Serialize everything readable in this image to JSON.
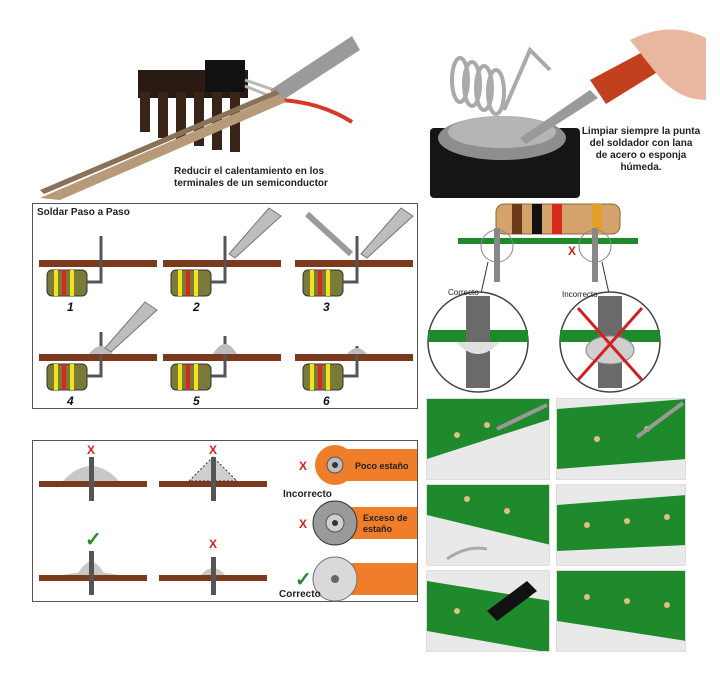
{
  "top_left": {
    "caption_line1": "Reducir el calentamiento en los",
    "caption_line2": "terminales de un semiconductor"
  },
  "top_right": {
    "caption_line1": "Limpiar siempre la punta",
    "caption_line2": "del soldador con lana",
    "caption_line3": "de acero o esponja",
    "caption_line4": "húmeda."
  },
  "steps": {
    "title": "Soldar Paso a Paso",
    "numbers": [
      "1",
      "2",
      "3",
      "4",
      "5",
      "6"
    ]
  },
  "resistor_panel": {
    "x_mark": "X",
    "correct_label": "Correcto",
    "incorrect_label": "Incorrecto"
  },
  "joints": {
    "marks": [
      "X",
      "X",
      "✓",
      "X"
    ],
    "pads": [
      {
        "mark": "X",
        "label": "Poco estaño"
      },
      {
        "mark": "X",
        "label": "Exceso de estaño"
      },
      {
        "mark": "✓",
        "label": ""
      }
    ],
    "incorrect_label": "Incorrecto",
    "correct_label": "Correcto"
  },
  "colors": {
    "board": "#7a3a1e",
    "pcb_green": "#1e8a2c",
    "pad_orange": "#f07d2a",
    "x_red": "#cc2222",
    "check_green": "#2a8a2a"
  }
}
